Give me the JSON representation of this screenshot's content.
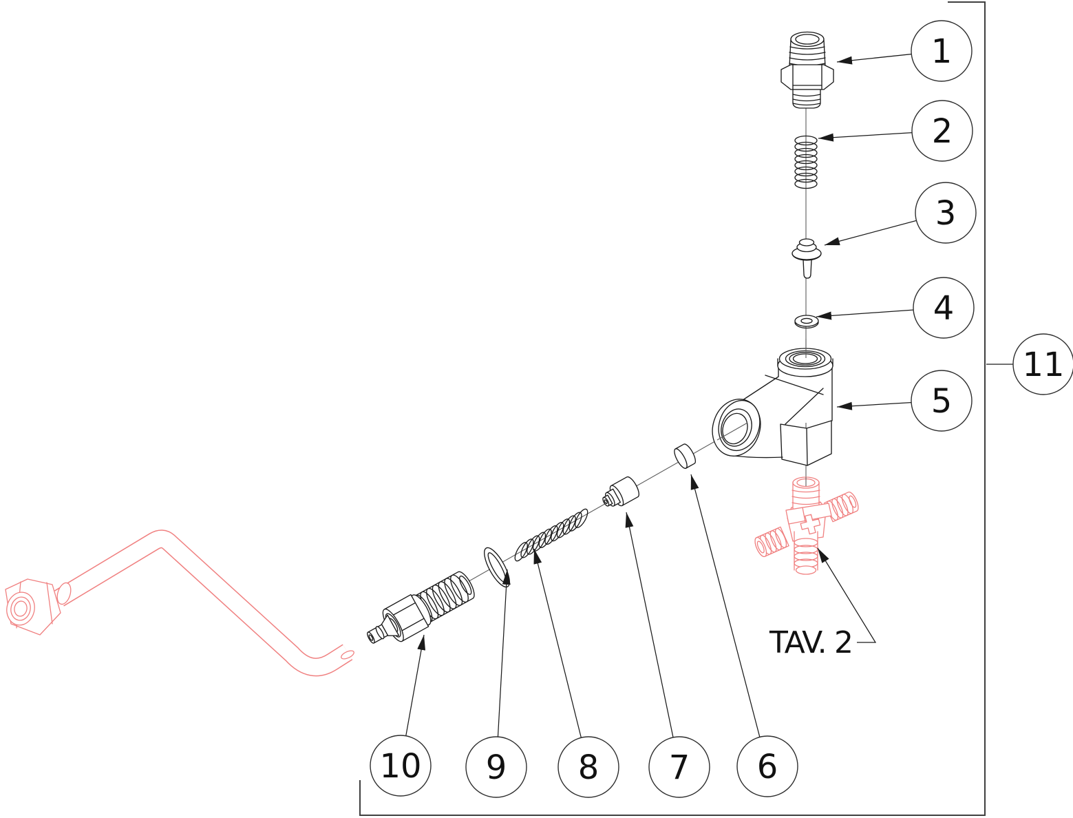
{
  "diagram": {
    "type": "exploded-parts-drawing",
    "tav_label": "TAV. 2",
    "balloons": [
      {
        "label": "1"
      },
      {
        "label": "2"
      },
      {
        "label": "3"
      },
      {
        "label": "4"
      },
      {
        "label": "5"
      },
      {
        "label": "6"
      },
      {
        "label": "7"
      },
      {
        "label": "8"
      },
      {
        "label": "9"
      },
      {
        "label": "10"
      },
      {
        "label": "11"
      }
    ],
    "colors": {
      "line": "#1a1a1a",
      "highlight_red": "#f08080",
      "background": "#ffffff",
      "frame": "#3f3f3f"
    }
  }
}
